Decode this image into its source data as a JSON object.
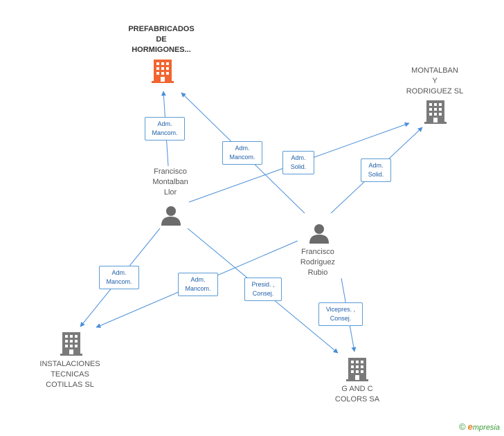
{
  "companies": [
    {
      "id": "prefabricados",
      "name": "PREFABRICADOS\nDE\nHORMIGONES...",
      "focus": true
    },
    {
      "id": "montalban",
      "name": "MONTALBAN\nY\nRODRIGUEZ SL",
      "focus": false
    },
    {
      "id": "instalaciones",
      "name": "INSTALACIONES\nTECNICAS\nCOTILLAS SL",
      "focus": false
    },
    {
      "id": "gandc",
      "name": "G AND C\nCOLORS SA",
      "focus": false
    }
  ],
  "persons": [
    {
      "id": "francisco_montalban",
      "name": "Francisco\nMontalban\nLlor"
    },
    {
      "id": "francisco_rodriguez",
      "name": "Francisco\nRodriguez\nRubio"
    }
  ],
  "relations": [
    {
      "id": "r1",
      "label": "Adm.\nMancom.",
      "from": "francisco_montalban",
      "to": "prefabricados"
    },
    {
      "id": "r2",
      "label": "Adm.\nMancom.",
      "from": "francisco_rodriguez",
      "to": "prefabricados"
    },
    {
      "id": "r3",
      "label": "Adm.\nSolid.",
      "from": "francisco_montalban",
      "to": "montalban"
    },
    {
      "id": "r4",
      "label": "Adm.\nSolid.",
      "from": "francisco_rodriguez",
      "to": "montalban"
    },
    {
      "id": "r5",
      "label": "Adm.\nMancom.",
      "from": "francisco_montalban",
      "to": "instalaciones"
    },
    {
      "id": "r6",
      "label": "Adm.\nMancom.",
      "from": "francisco_rodriguez",
      "to": "instalaciones"
    },
    {
      "id": "r7",
      "label": "Presid. ,\nConsej.",
      "from": "francisco_montalban",
      "to": "gandc"
    },
    {
      "id": "r8",
      "label": "Vicepres. ,\nConsej.",
      "from": "francisco_rodriguez",
      "to": "gandc"
    }
  ],
  "colors": {
    "focus_company": "#f26530",
    "company": "#7a7a7a",
    "person": "#6b6b6b",
    "edge": "#4a8fd8"
  },
  "icons": {
    "company": "building-icon",
    "person": "person-icon"
  },
  "brand": {
    "copyright": "©",
    "initial": "e",
    "rest": "mpresia"
  }
}
